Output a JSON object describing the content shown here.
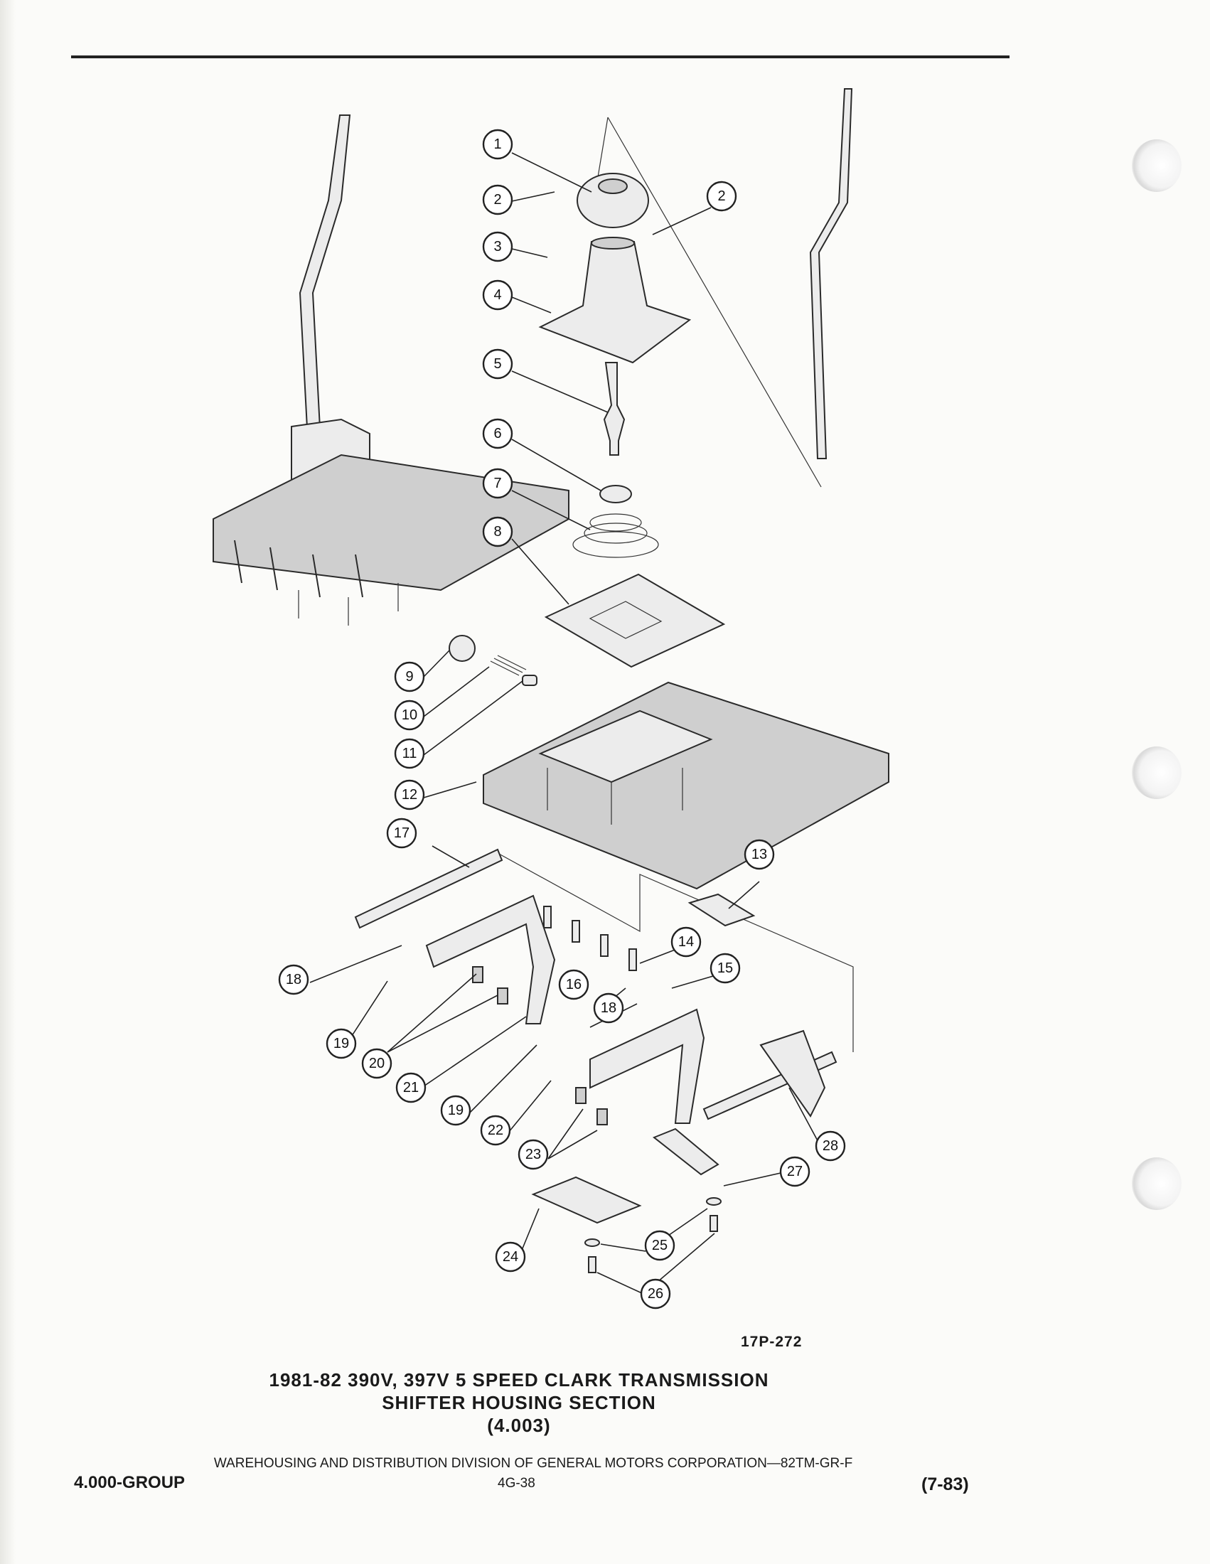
{
  "figure_code": "17P-272",
  "caption": {
    "line1": "1981-82 390V, 397V 5 SPEED CLARK TRANSMISSION",
    "line2": "SHIFTER HOUSING SECTION",
    "line3": "(4.003)"
  },
  "footer": {
    "division_line": "WAREHOUSING AND DISTRIBUTION  DIVISION OF GENERAL MOTORS CORPORATION—82TM-GR-F",
    "group": "4.000-GROUP",
    "page_number": "4G-38",
    "date_code": "(7-83)"
  },
  "callouts": [
    "1",
    "2",
    "2",
    "3",
    "4",
    "5",
    "6",
    "7",
    "8",
    "9",
    "10",
    "11",
    "12",
    "13",
    "14",
    "15",
    "16",
    "17",
    "18",
    "18",
    "19",
    "19",
    "20",
    "21",
    "22",
    "23",
    "24",
    "25",
    "26",
    "27",
    "28"
  ]
}
